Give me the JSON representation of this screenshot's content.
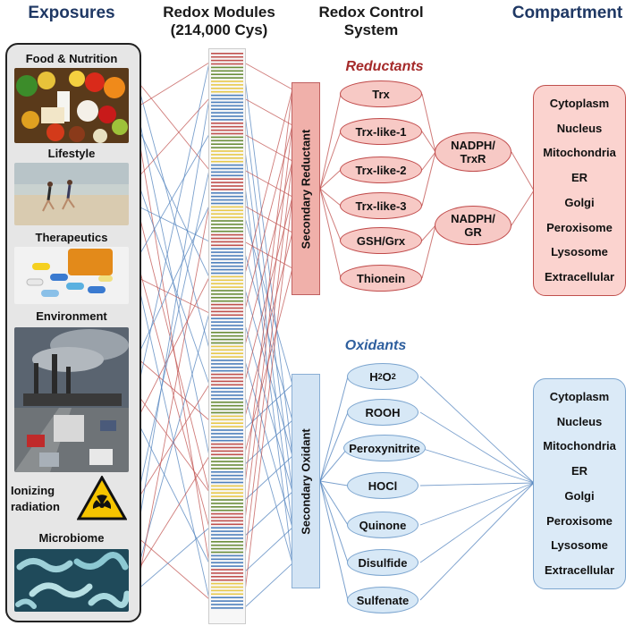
{
  "headers": {
    "exposures": "Exposures",
    "redox_modules_line1": "Redox Modules",
    "redox_modules_line2": "(214,000 Cys)",
    "control_line1": "Redox Control",
    "control_line2": "System",
    "compartment": "Compartment"
  },
  "exposures": {
    "food": "Food & Nutrition",
    "lifestyle": "Lifestyle",
    "therapeutics": "Therapeutics",
    "environment": "Environment",
    "ionizing_line1": "Ionizing",
    "ionizing_line2": "radiation",
    "microbiome": "Microbiome"
  },
  "reductants": {
    "title": "Reductants",
    "secondary": "Secondary Reductant",
    "items": [
      "Trx",
      "Trx-like-1",
      "Trx-like-2",
      "Trx-like-3",
      "GSH/Grx",
      "Thionein"
    ],
    "nadph_trxr_line1": "NADPH/",
    "nadph_trxr_line2": "TrxR",
    "nadph_gr_line1": "NADPH/",
    "nadph_gr_line2": "GR"
  },
  "oxidants": {
    "title": "Oxidants",
    "secondary": "Secondary Oxidant",
    "h2o2_main": "H",
    "h2o2_sub1": "2",
    "h2o2_mid": "O",
    "h2o2_sub2": "2",
    "items": [
      "ROOH",
      "Peroxynitrite",
      "HOCl",
      "Quinone",
      "Disulfide",
      "Sulfenate"
    ]
  },
  "compartments": [
    "Cytoplasm",
    "Nucleus",
    "Mitochondria",
    "ER",
    "Golgi",
    "Peroxisome",
    "Lysosome",
    "Extracellular"
  ],
  "colors": {
    "header_blue": "#1f3864",
    "reductant_title": "#a52a2a",
    "oxidant_title": "#2e5f9e",
    "red_line": "#c0504d",
    "blue_line": "#4f81bd",
    "green_bar": "#6b8e3a",
    "yellow_bar": "#e8c94a",
    "reductant_fill": "#f4b6b0",
    "oxidant_fill": "#d3e4f4"
  }
}
